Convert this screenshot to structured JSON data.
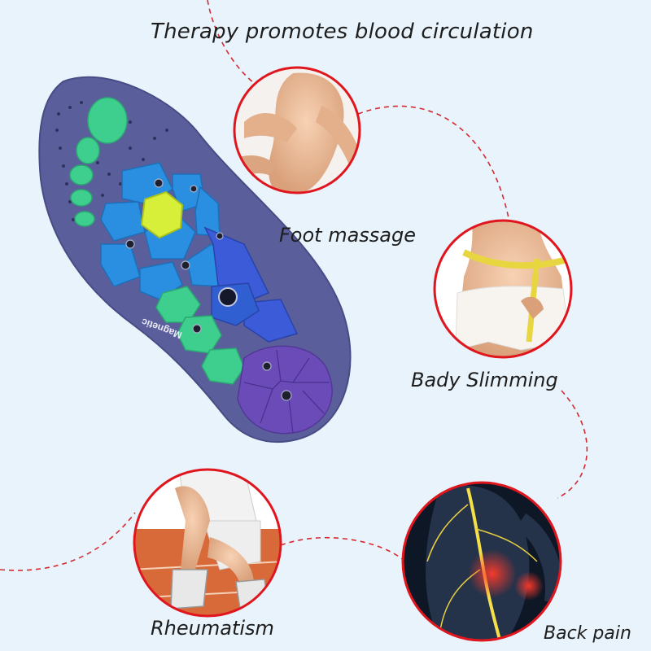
{
  "headline": "Therapy promotes blood circulation",
  "insole": {
    "brand_text": "Magnetic"
  },
  "benefits": [
    {
      "label": "Foot massage"
    },
    {
      "label": "Bady Slimming"
    },
    {
      "label": "Rheumatism"
    },
    {
      "label": "Back pain"
    }
  ],
  "colors": {
    "background": "#e8f3fb",
    "circle_border": "#e0161f",
    "dashed_line": "#d62a33",
    "insole_base": "#5a5f9c",
    "insole_green": "#3ecf8e",
    "insole_blue": "#2a8fe0",
    "insole_purple": "#6b4bb8",
    "insole_yellow": "#d8ef3a"
  }
}
